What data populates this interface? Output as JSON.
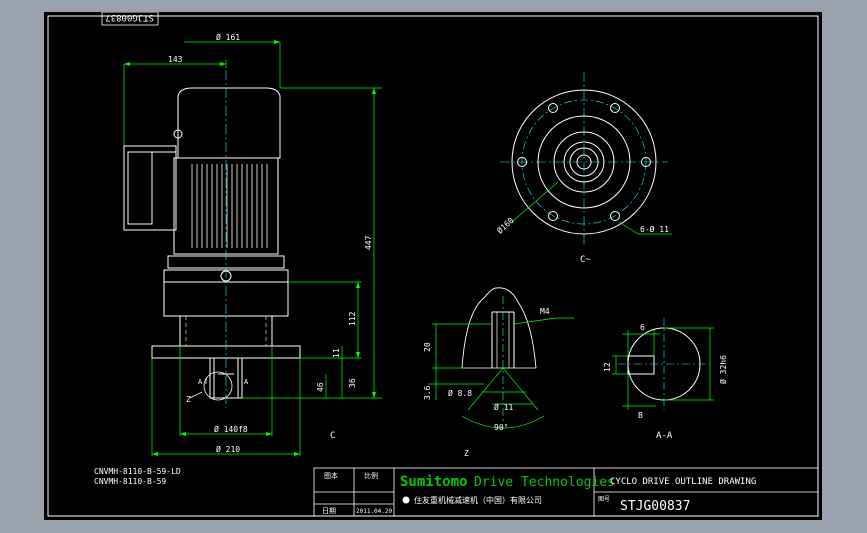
{
  "drawing": {
    "stamp": "STJG00837",
    "dims": {
      "d161": "Ø 161",
      "d143": "143",
      "d447": "447",
      "d112": "112",
      "d11": "11",
      "d36": "36",
      "d46": "46",
      "d140": "Ø 140f8",
      "d210": "Ø 210",
      "d160": "Ø160",
      "d11b": "6-Ø 11",
      "d20": "20",
      "d36b": "3.6",
      "d88": "Ø 8.8",
      "d11c": "Ø 11",
      "m4": "M4",
      "deg": "90°",
      "d6": "6",
      "d12": "12",
      "dB": "B",
      "d32": "Ø 32h6"
    },
    "labels": {
      "viewC": "C",
      "viewZ": "Z",
      "viewCtop": "C~",
      "viewZbot": "Z",
      "viewAA": "A-A",
      "zLeft": "Z",
      "aLeft": "A",
      "aRight": "A"
    },
    "models": [
      "CNVMH-8110-B-59-LD",
      "CNVMH-8110-B-59"
    ]
  },
  "title_block": {
    "left_col1": "图本",
    "left_col2": "比例",
    "left_date_label": "日期",
    "date": "2011.04.20",
    "brand_a": "Sumitomo",
    "brand_b": "Drive Technologies",
    "company_cn": "住友重机械减速机（中国）有限公司",
    "drawing_title": "CYCLO DRIVE OUTLINE DRAWING",
    "no_label": "图号",
    "drawing_no": "STJG00837"
  },
  "colors": {
    "window_bg": "#9aa3ad",
    "sheet_bg": "#000000",
    "line_white": "#ffffff",
    "dim_green": "#00ff00",
    "center_cyan": "#00ffff",
    "brand_green": "#00cc00"
  }
}
